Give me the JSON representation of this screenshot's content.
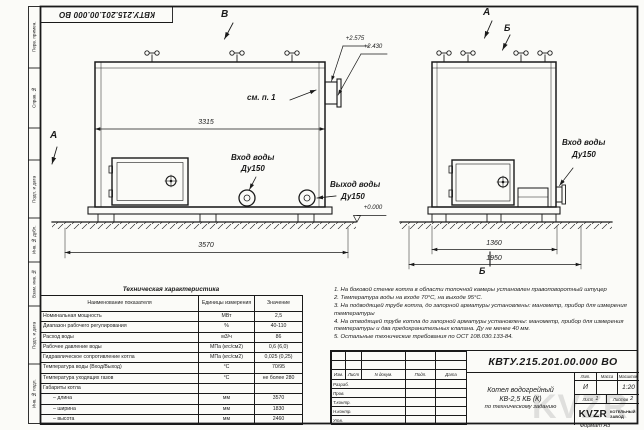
{
  "doc_number": "КВТУ.215.201.00.000 ВО",
  "watermark": "KVZR",
  "format_label": "Формат А3",
  "side_strip": [
    "Перв. примен.",
    "Справ. №",
    "Подп. и дата",
    "Инв. № дубл.",
    "Взам. инв. №",
    "Подп. и дата",
    "Инв. № подл."
  ],
  "views": {
    "view_b_label": "В",
    "view_a_label": "А",
    "view_b2_label": "Б",
    "section_a_label": "А",
    "section_b_bottom_label": "Б",
    "see_note": "см. п. 1"
  },
  "dimensions": {
    "width_body": "3315",
    "length_total": "3570",
    "elev_top": "+2.575",
    "elev_chimney": "+2.430",
    "elev_zero": "+0.000",
    "depth_body": "1360",
    "depth_total": "1950"
  },
  "ports": {
    "inlet_front": {
      "title": "Вход воды",
      "dn": "Ду150"
    },
    "outlet_front": {
      "title": "Выход воды",
      "dn": "Ду150"
    },
    "inlet_side": {
      "title": "Вход воды",
      "dn": "Ду150"
    }
  },
  "tech_table": {
    "title": "Техническая характеристика",
    "headers": [
      "Наименование показателя",
      "Единицы измерения",
      "Значение"
    ],
    "rows": [
      {
        "name": "Номинальная мощность",
        "unit": "МВт",
        "value": "2,5"
      },
      {
        "name": "Диапазон рабочего регулирования",
        "unit": "%",
        "value": "40-110"
      },
      {
        "name": "Расход воды",
        "unit": "м3/ч",
        "value": "86"
      },
      {
        "name": "Рабочее давление воды",
        "unit": "МПа (кгс/см2)",
        "value": "0,6 (6,0)"
      },
      {
        "name": "Гидравлическое сопротивление котла",
        "unit": "МПа (кгс/см2)",
        "value": "0,025 (0,25)"
      },
      {
        "name": "Температура воды (Вход/Выход)",
        "unit": "°С",
        "value": "70/95"
      },
      {
        "name": "Температура уходящих газов",
        "unit": "°С",
        "value": "не более 280"
      },
      {
        "name": "Габариты котла",
        "unit": "",
        "value": ""
      },
      {
        "name": "– длина",
        "unit": "мм",
        "value": "3570"
      },
      {
        "name": "– ширина",
        "unit": "мм",
        "value": "1830"
      },
      {
        "name": "– высота",
        "unit": "мм",
        "value": "2460"
      }
    ]
  },
  "notes": [
    "1.  На боковой стенке котла в области топочной камеры установлен правоповоротный штуцер",
    "2.  Температура воды на входе 70°С, на выходе 95°С.",
    "3.  На подводящей трубе котла, до запорной арматуры установлены: манометр, прибор для измерения температуры",
    "4.  На отводящей трубе котла до запорной арматуры установлены: манометр, прибор для измерения температуры и два предохранительных клапана. Ду не менее 40 мм.",
    "5.  Остальные технические требования по ОСТ 108.030.133-84."
  ],
  "title_block": {
    "doc_number": "КВТУ.215.201.00.000 ВО",
    "product_line1": "Котел водогрейный",
    "product_line2": "КВ-2,5 КБ (К)",
    "product_line3": "по техническому заданию",
    "cols": {
      "izm": "Изм.",
      "list": "Лист",
      "docnum": "N докум.",
      "podp": "Подп.",
      "data": "Дата"
    },
    "sign_rows": [
      "Разраб.",
      "Пров.",
      "Т.контр.",
      "Н.контр.",
      "Утв."
    ],
    "lit_header": "Лит.",
    "massa_header": "Масса",
    "masshtab_header": "Масштаб",
    "lit_value": "И",
    "massa_value": "",
    "masshtab_value": "1:20",
    "list_label": "Лист",
    "list_value": "1",
    "listov_label": "Листов",
    "listov_value": "2",
    "company_line1": "КОТЕЛЬНЫЙ",
    "company_line2": "ЗАВОД",
    "logo": "KVZR"
  }
}
